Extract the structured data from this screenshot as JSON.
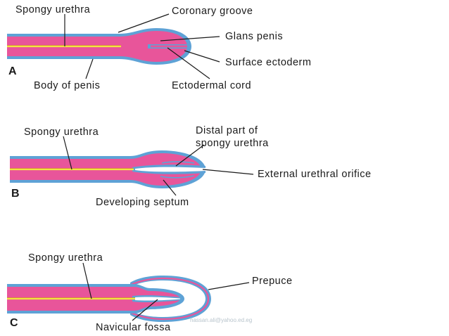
{
  "colors": {
    "tissue": "#e8559a",
    "ectoderm": "#5ea2d6",
    "urethra_line": "#f2e640",
    "text": "#1a1a1a",
    "background": "#ffffff"
  },
  "panels": [
    {
      "letter": "A",
      "labels": {
        "spongy_urethra": "Spongy urethra",
        "coronary_groove": "Coronary groove",
        "glans_penis": "Glans penis",
        "surface_ectoderm": "Surface ectoderm",
        "body_of_penis": "Body of penis",
        "ectodermal_cord": "Ectodermal cord"
      }
    },
    {
      "letter": "B",
      "labels": {
        "spongy_urethra": "Spongy urethra",
        "distal_part_line1": "Distal part of",
        "distal_part_line2": "spongy urethra",
        "external_urethral_orifice": "External urethral orifice",
        "developing_septum": "Developing septum"
      }
    },
    {
      "letter": "C",
      "labels": {
        "spongy_urethra": "Spongy urethra",
        "prepuce": "Prepuce",
        "navicular_fossa": "Navicular fossa"
      }
    }
  ],
  "watermark": "hassan.ali@yahoo.ed.eg"
}
